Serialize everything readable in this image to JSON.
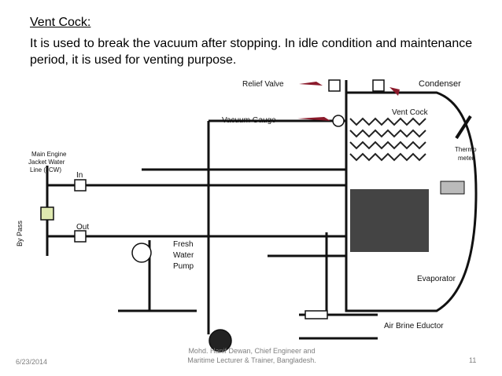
{
  "slide": {
    "title": "Vent Cock:",
    "body": "It is used to break the vacuum after stopping. In idle condition and maintenance period, it is used for venting purpose."
  },
  "diagram": {
    "labels": {
      "relief_valve": "Relief Valve",
      "condenser": "Condenser",
      "vent_cock": "Vent Cock",
      "vacuum_gauge": "Vacuum Gauge",
      "thermometer_1": "Thermo",
      "thermometer_2": "meter",
      "jcw_1": "Main Engine",
      "jcw_2": "Jacket Water",
      "jcw_3": "Line (JCW)",
      "in": "In",
      "out": "Out",
      "by_pass": "By Pass",
      "fresh_water_1": "Fresh",
      "fresh_water_2": "Water",
      "fresh_water_3": "Pump",
      "evaporator": "Evaporator",
      "air_brine_eductor": "Air Brine Eductor"
    }
  },
  "footer": {
    "date": "6/23/2014",
    "author_line1": "Mohd. Hanif Dewan, Chief Engineer and",
    "author_line2": "Maritime Lecturer & Trainer, Bangladesh.",
    "page": "11"
  }
}
